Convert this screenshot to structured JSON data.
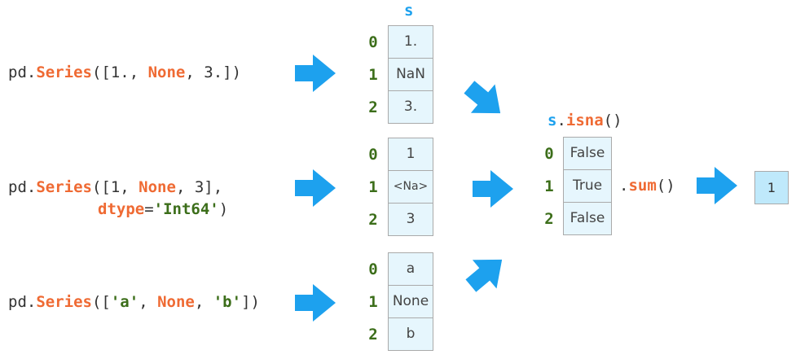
{
  "rows": [
    {
      "code": {
        "prefix": "pd.",
        "fn": "Series",
        "open": "([1., ",
        "none": "None",
        "close": ", 3.])"
      },
      "values": [
        "1.",
        "NaN",
        "3."
      ]
    },
    {
      "code": {
        "prefix": "pd.",
        "fn": "Series",
        "open": "([1, ",
        "none": "None",
        "close": ", 3],",
        "kwarg": "dtype",
        "eq": "=",
        "str": "'Int64'",
        "close2": ")"
      },
      "values": [
        "1",
        "<Na>",
        "3"
      ]
    },
    {
      "code": {
        "prefix": "pd.",
        "fn": "Series",
        "open": "([",
        "s1": "'a'",
        "sep1": ", ",
        "none": "None",
        "sep2": ", ",
        "s2": "'b'",
        "close": "])"
      },
      "values": [
        "a",
        "None",
        "b"
      ]
    }
  ],
  "indices": [
    "0",
    "1",
    "2"
  ],
  "series_label": "s",
  "isna": {
    "var": "s",
    "dot": ".",
    "fn": "isna",
    "parens": "()",
    "values": [
      "False",
      "True",
      "False"
    ]
  },
  "sum": {
    "dot": ".",
    "fn": "sum",
    "parens": "()"
  },
  "result": "1",
  "colors": {
    "arrow": "#1da1ee",
    "cell": "#e6f6fd",
    "result": "#bfe9fb",
    "accent": "#ef6a33",
    "index": "#3c6e1a"
  }
}
